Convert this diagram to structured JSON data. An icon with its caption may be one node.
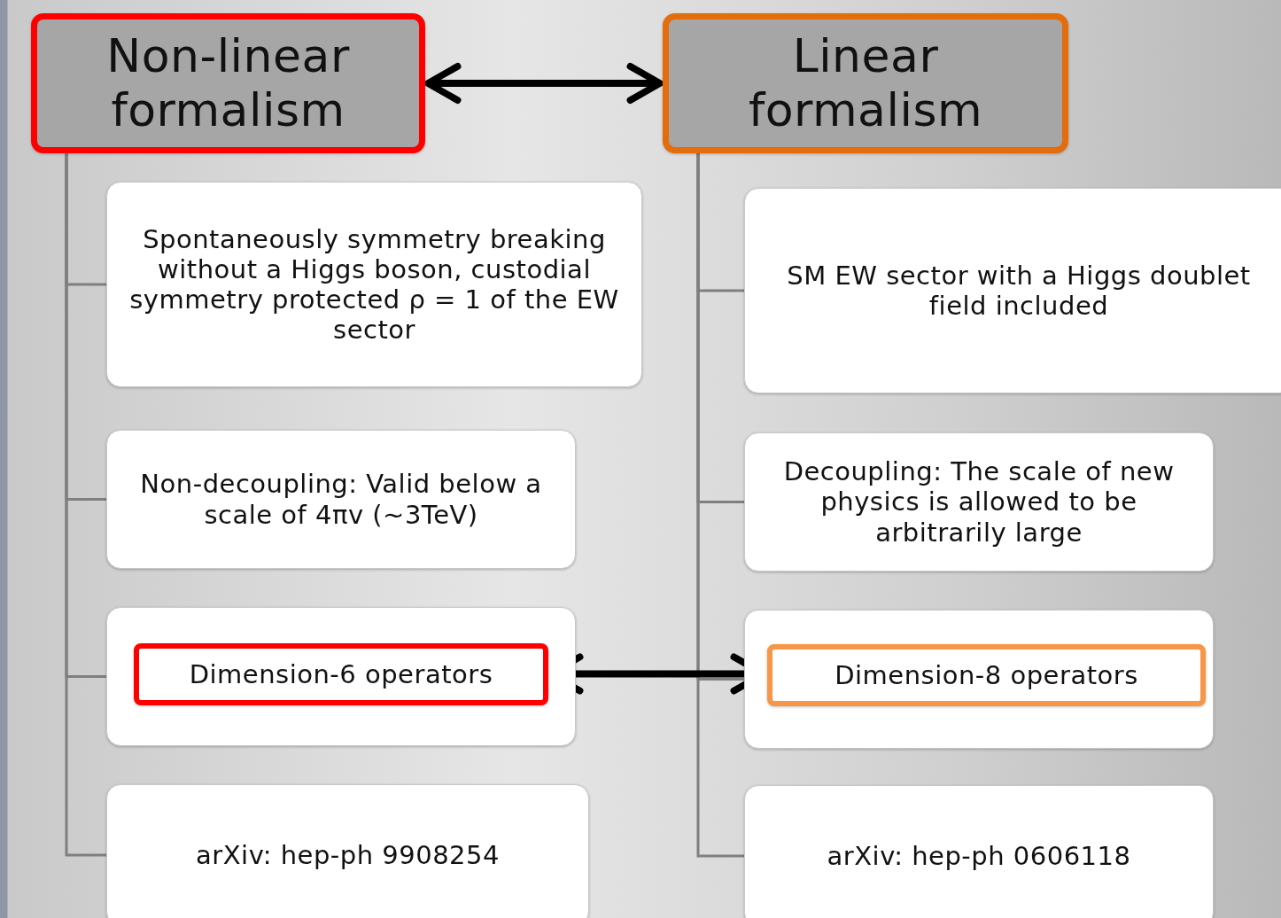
{
  "diagram": {
    "nodes": [
      {
        "text": [
          "Non-linear formalism"
        ]
      },
      {
        "text": [
          "Spontaneously symmetry breaking without a Higgs boson, custodial symmetry protected ρ = 1 of the EW sector"
        ]
      },
      {
        "text": [
          "Non-decoupling: Valid below a scale of 4πv (~3TeV)"
        ]
      },
      {
        "text": [],
        "shape": "box"
      },
      {
        "text": [
          "Dimension-6 operators"
        ],
        "in": 3
      },
      {
        "text": [
          "arXiv: hep-ph 9908254"
        ]
      },
      {
        "text": [
          "Linear formalism"
        ]
      },
      {
        "text": [
          "SM EW sector with a Higgs doublet field included"
        ]
      },
      {
        "text": [
          "Decoupling: The scale of new physics is allowed to be arbitrarily large"
        ]
      },
      {
        "text": [],
        "shape": "box"
      },
      {
        "text": [
          "Dimension-8 operators"
        ],
        "in": 9
      },
      {
        "text": [
          "arXiv: hep-ph 0606118"
        ]
      }
    ],
    "edges": [
      {
        "from": 0,
        "to": 6,
        "arrow": "both",
        "style": "thick",
        "color": "#000000"
      },
      {
        "from": 0,
        "to": 1,
        "arrow": "none"
      },
      {
        "from": 0,
        "to": 2,
        "arrow": "none"
      },
      {
        "from": 0,
        "to": 3,
        "arrow": "none"
      },
      {
        "from": 0,
        "to": 5,
        "arrow": "none"
      },
      {
        "from": 6,
        "to": 7,
        "arrow": "none"
      },
      {
        "from": 6,
        "to": 8,
        "arrow": "none"
      },
      {
        "from": 6,
        "to": 9,
        "arrow": "none"
      },
      {
        "from": 6,
        "to": 11,
        "arrow": "none"
      },
      {
        "from": 4,
        "to": 10,
        "arrow": "both",
        "style": "thick",
        "color": "#000000"
      }
    ]
  }
}
